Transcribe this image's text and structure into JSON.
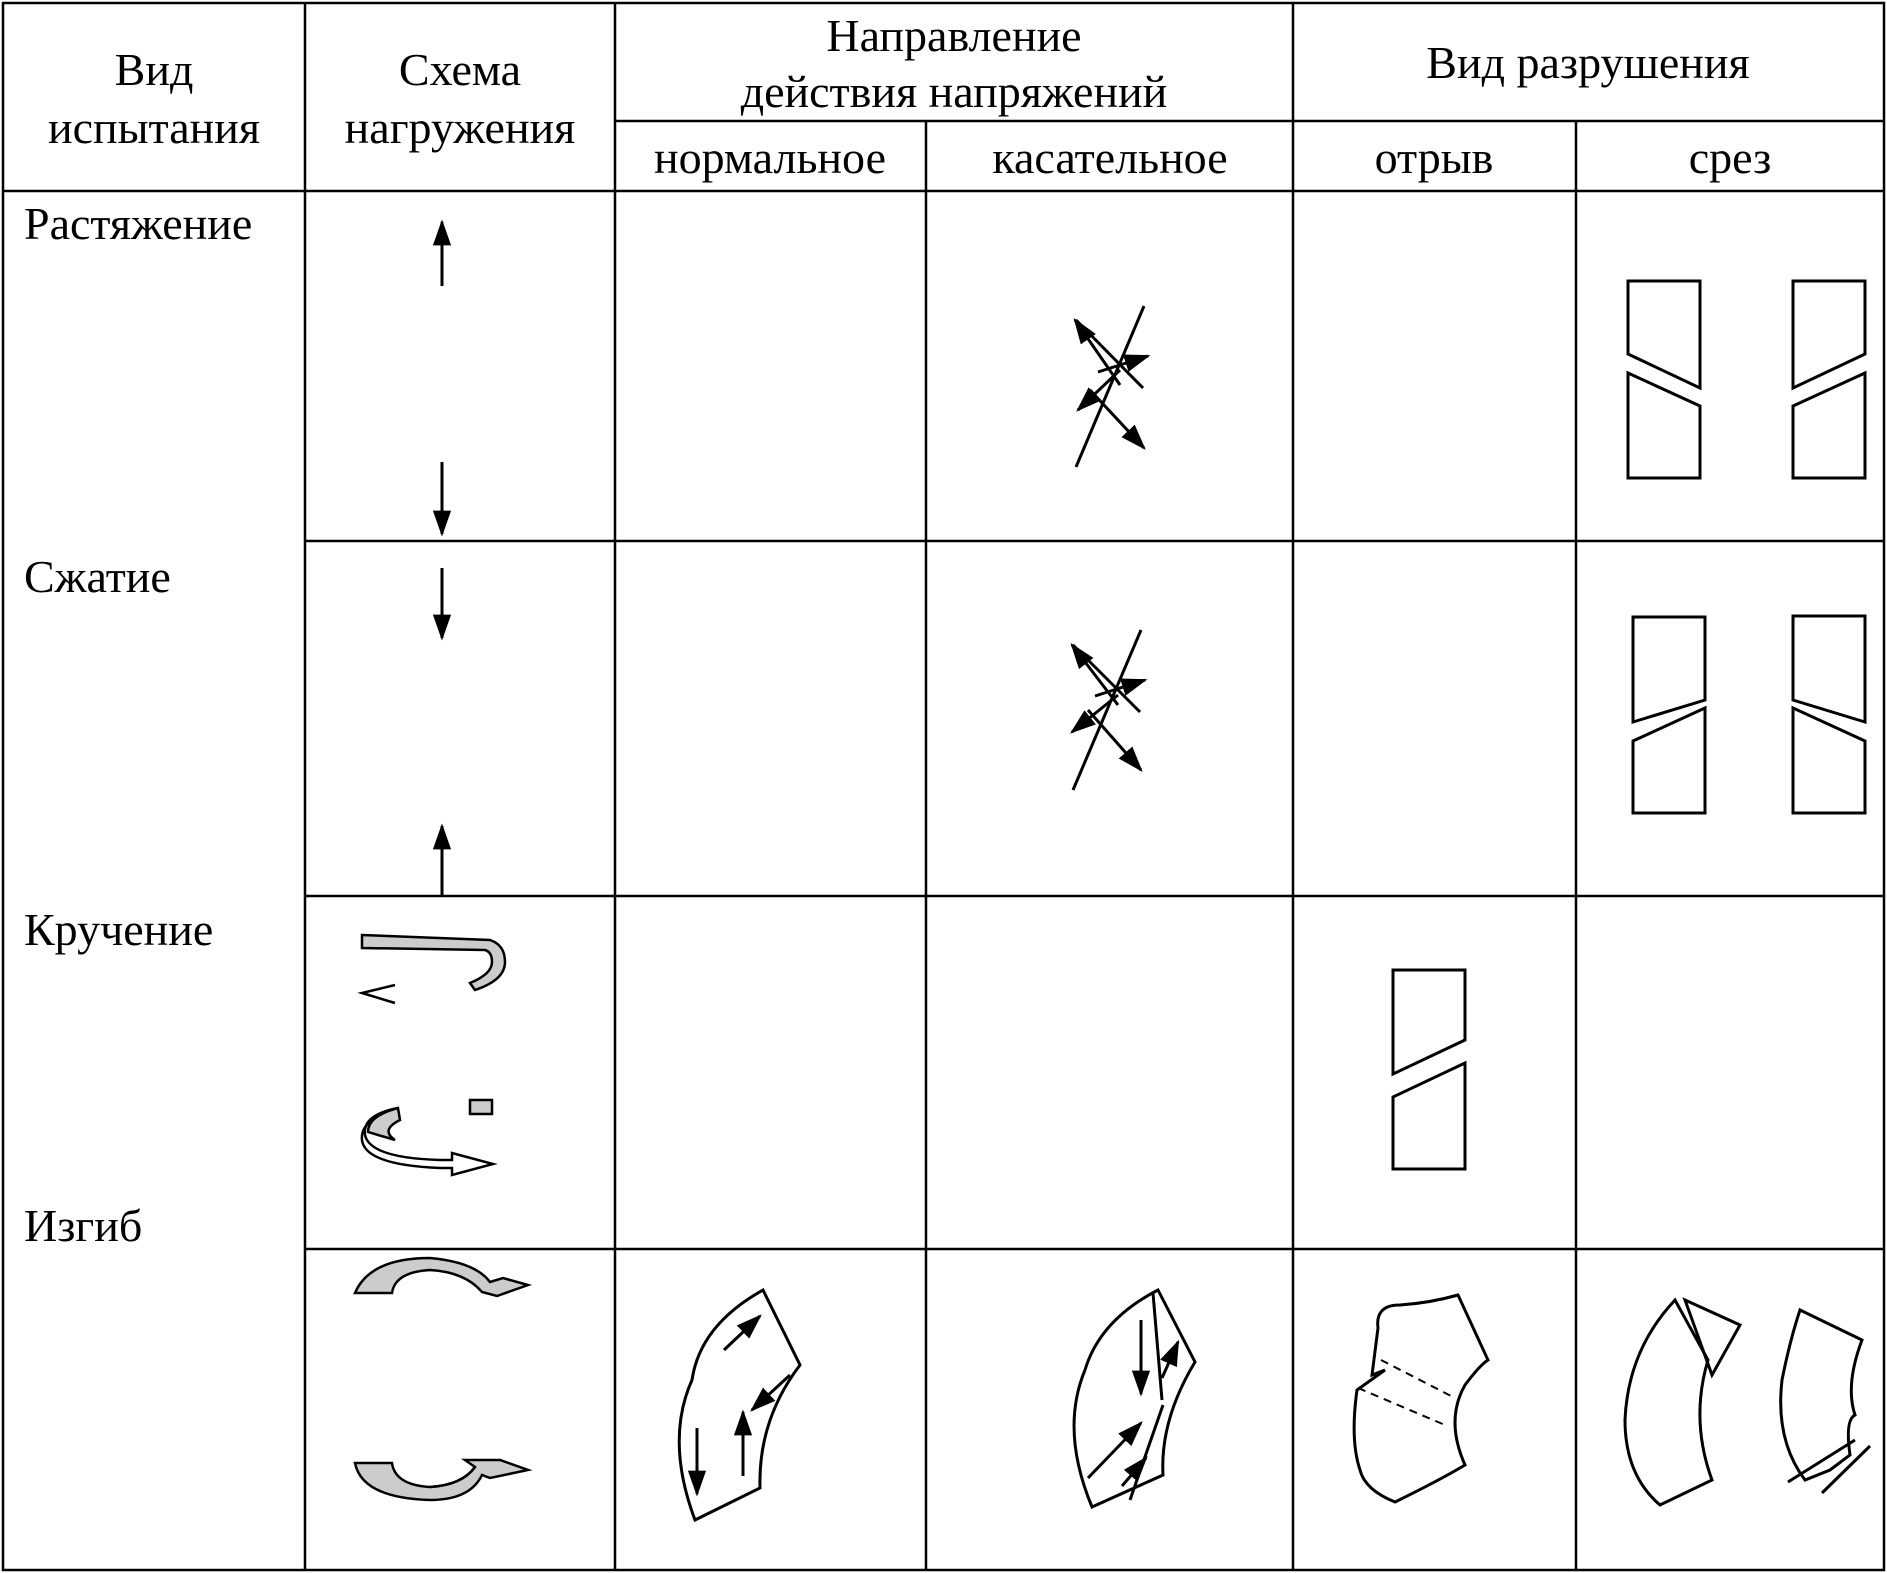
{
  "table": {
    "headers": {
      "test_type": [
        "Вид",
        "испытания"
      ],
      "loading_scheme": [
        "Схема",
        "нагружения"
      ],
      "stress_direction": [
        "Направление",
        "действия напряжений"
      ],
      "stress_normal": "нормальное",
      "stress_tangential": "касательное",
      "failure_type": "Вид разрушения",
      "failure_separation": "отрыв",
      "failure_shear": "срез"
    },
    "rows": [
      {
        "label": "Растяжение"
      },
      {
        "label": "Сжатие"
      },
      {
        "label": "Кручение"
      },
      {
        "label": "Изгиб"
      }
    ]
  },
  "colors": {
    "line": "#000000",
    "fill_grey": "#cccccc",
    "background": "#ffffff"
  }
}
